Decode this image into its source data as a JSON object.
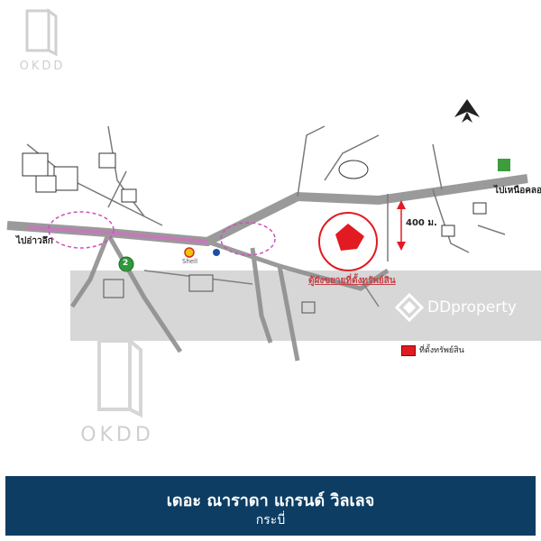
{
  "watermarks": {
    "okdd_top": "OKDD",
    "okdd_bottom": "OKDD",
    "ddproperty": "DDproperty"
  },
  "map": {
    "labels": {
      "to_ao_luek": "ไปอ่าวลึก",
      "to_nuea_khlong": "ไปเหนือคลอง",
      "distance": "400 ม.",
      "project_site": "ตู้ผังขยายที่ตั้งทรัพย์สิน",
      "shell": "Shell",
      "marker_number": "2"
    },
    "colors": {
      "road": "#8c8c8c",
      "highway": "#c47ab8",
      "site": "#e21a22",
      "circle": "#e21a22",
      "dashed": "#d04fbf",
      "marker": "#2e9a3a"
    }
  },
  "legend": {
    "label": "ที่ตั้งทรัพย์สิน",
    "color": "#e21a22"
  },
  "footer": {
    "project_name": "เดอะ ณาราดา แกรนด์ วิลเลจ",
    "province": "กระบี่",
    "bg_color": "#0d3d63"
  }
}
